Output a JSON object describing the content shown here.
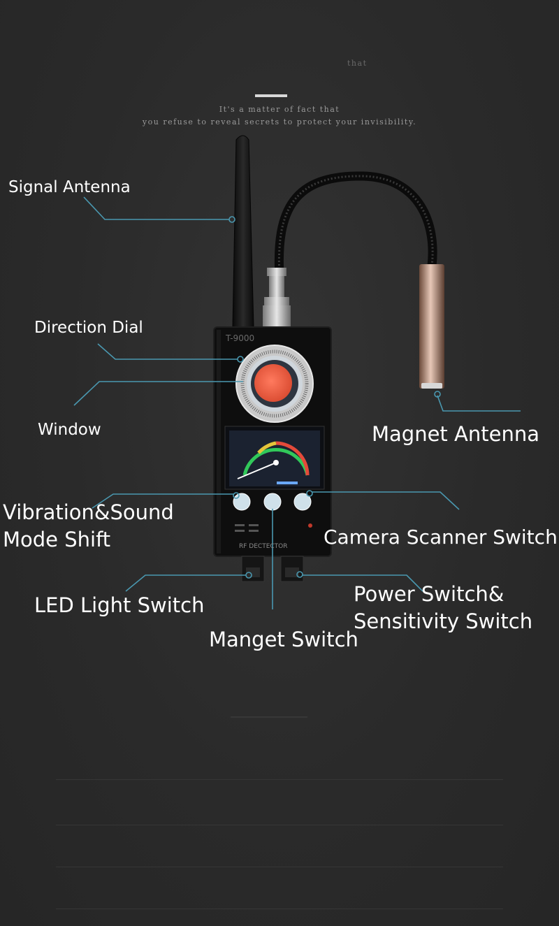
{
  "header": {
    "tagline_line1": "It's a matter of fact that",
    "tagline_line2": "you refuse to reveal secrets to protect your invisibility.",
    "faded_word": "that"
  },
  "device": {
    "model": "T-9000",
    "bottom_text": "RF DECTECTOR"
  },
  "labels": {
    "signal_antenna": "Signal Antenna",
    "direction_dial": "Direction Dial",
    "window": "Window",
    "magnet_antenna": "Magnet Antenna",
    "vibration_line1": "Vibration&Sound",
    "vibration_line2": "Mode Shift",
    "camera_scanner": "Camera Scanner Switch",
    "led_light": "LED Light Switch",
    "power_line1": "Power Switch&",
    "power_line2": "Sensitivity Switch",
    "magnet_switch": "Manget Switch"
  },
  "colors": {
    "background": "#2b2b2b",
    "callout_line": "#4a98b0",
    "lens": "#e8583c",
    "device_body": "#0e0e0e"
  }
}
